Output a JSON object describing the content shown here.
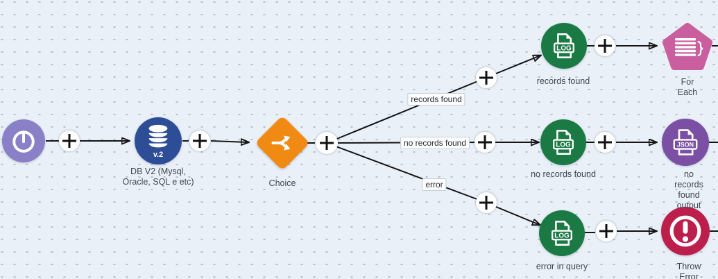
{
  "colors": {
    "background": "#e9f0f8",
    "grid_dot": "#b3bdc9",
    "edge": "#151515",
    "timer_node": "#8a80c8",
    "db_node": "#2d4e96",
    "choice_node": "#f18a12",
    "log_node": "#1b7a43",
    "for_each_node": "#c95f9f",
    "json_node": "#7b4fa3",
    "throw_error_node": "#bd1f4d"
  },
  "nodes": {
    "timer": {
      "label": ""
    },
    "db": {
      "label": "DB V2 (Mysql,\nOracle, SQL e etc)",
      "badge": "v.2"
    },
    "choice": {
      "label": "Choice"
    },
    "records_found_log": {
      "label": "records found",
      "icon_text": "LOG"
    },
    "for_each": {
      "label": "For Each"
    },
    "no_records_found_log": {
      "label": "no records found",
      "icon_text": "LOG"
    },
    "json_output": {
      "label": "no records found\noutput",
      "icon_text": "JSON"
    },
    "error_log": {
      "label": "error in query",
      "icon_text": "LOG"
    },
    "throw_error": {
      "label": "Throw Error"
    }
  },
  "edge_labels": {
    "records_found": "records found",
    "no_records_found": "no records found",
    "error": "error"
  }
}
